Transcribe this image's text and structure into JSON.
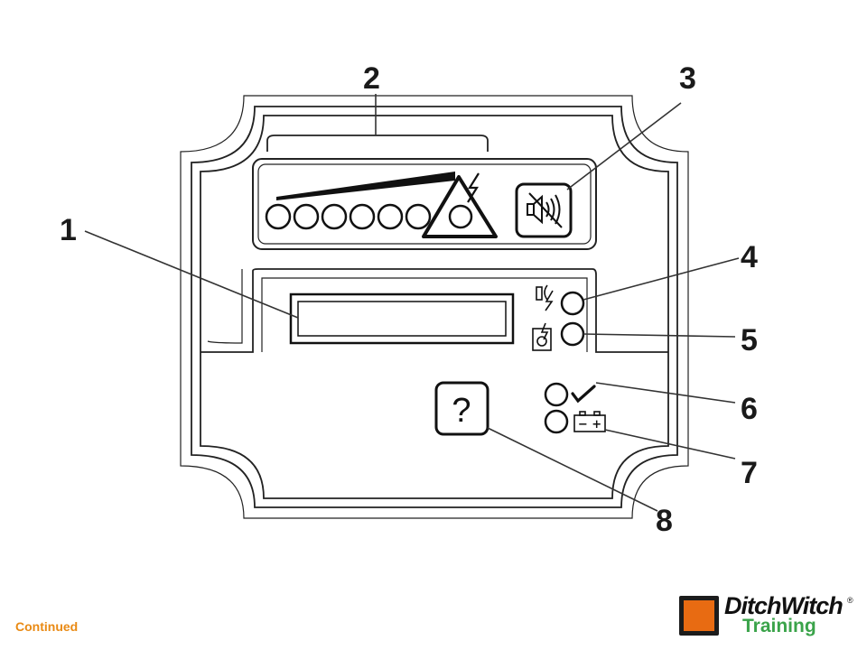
{
  "callouts": [
    "1",
    "2",
    "3",
    "4",
    "5",
    "6",
    "7",
    "8"
  ],
  "panel": {
    "help_glyph": "?",
    "icons": {
      "alarm_mute": "speaker-muted-icon",
      "hazard": "high-voltage-warning-icon",
      "strike_indicator": "voltage-strike-icon",
      "self_test_indicator": "self-test-icon",
      "ok_indicator": "check-icon",
      "battery_indicator": "battery-icon",
      "battery_glyph": "− +"
    }
  },
  "footer": {
    "text": "Continued"
  },
  "logo": {
    "brand": "DitchWitch",
    "sub": "Training",
    "mark": "reg"
  },
  "colors": {
    "footer_text": "#e98a14",
    "logo_orange": "#e86b12",
    "logo_green": "#3aa34a"
  }
}
